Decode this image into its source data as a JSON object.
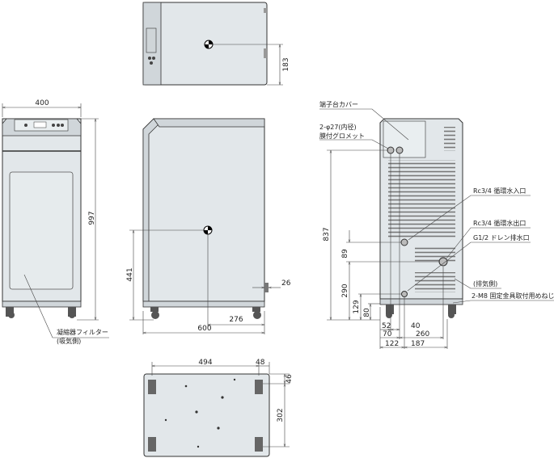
{
  "dimensions": {
    "top_depth_offset": "183",
    "front_width": "400",
    "front_height": "997",
    "side_cg_height": "441",
    "side_depth": "600",
    "side_cg_depth": "276",
    "side_protrusion": "26",
    "rear_port_height": "837",
    "rear_port_spacing": "89",
    "rear_outlet_height": "290",
    "rear_drain_height": "129",
    "rear_base_height": "80",
    "rear_h_52": "52",
    "rear_h_40": "40",
    "rear_h_70": "70",
    "rear_h_260": "260",
    "rear_h_122": "122",
    "rear_h_187": "187",
    "bottom_width": "494",
    "bottom_offset_x": "48",
    "bottom_offset_y": "46",
    "bottom_depth": "302"
  },
  "labels": {
    "condenser_filter": "凝縮器フィルター",
    "intake_side": "(吸気側)",
    "terminal_cover": "端子台カバー",
    "grommet_size": "2-φ27(内径)",
    "grommet": "膜付グロメット",
    "water_inlet": "Rc3/4 循環水入口",
    "water_outlet": "Rc3/4 循環水出口",
    "drain": "G1/2 ドレン排水口",
    "exhaust_side": "(排気側)",
    "fixing_thread": "2-M8 固定金具取付用めねじ"
  }
}
